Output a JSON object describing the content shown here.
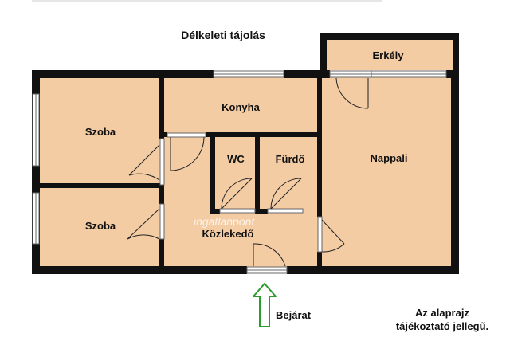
{
  "title": "Délkeleti tájolás",
  "rooms": {
    "balcony": "Erkély",
    "kitchen": "Konyha",
    "room1": "Szoba",
    "room2": "Szoba",
    "wc": "WC",
    "bathroom": "Fürdő",
    "living": "Nappali",
    "hallway": "Közlekedő"
  },
  "entrance": "Bejárat",
  "note_line1": "Az alaprajz",
  "note_line2": "tájékoztató jellegű.",
  "watermark": "ingatlanpont",
  "colors": {
    "floor": "#f4cca4",
    "wall": "#111111",
    "arrow": "#2e9b2e"
  }
}
